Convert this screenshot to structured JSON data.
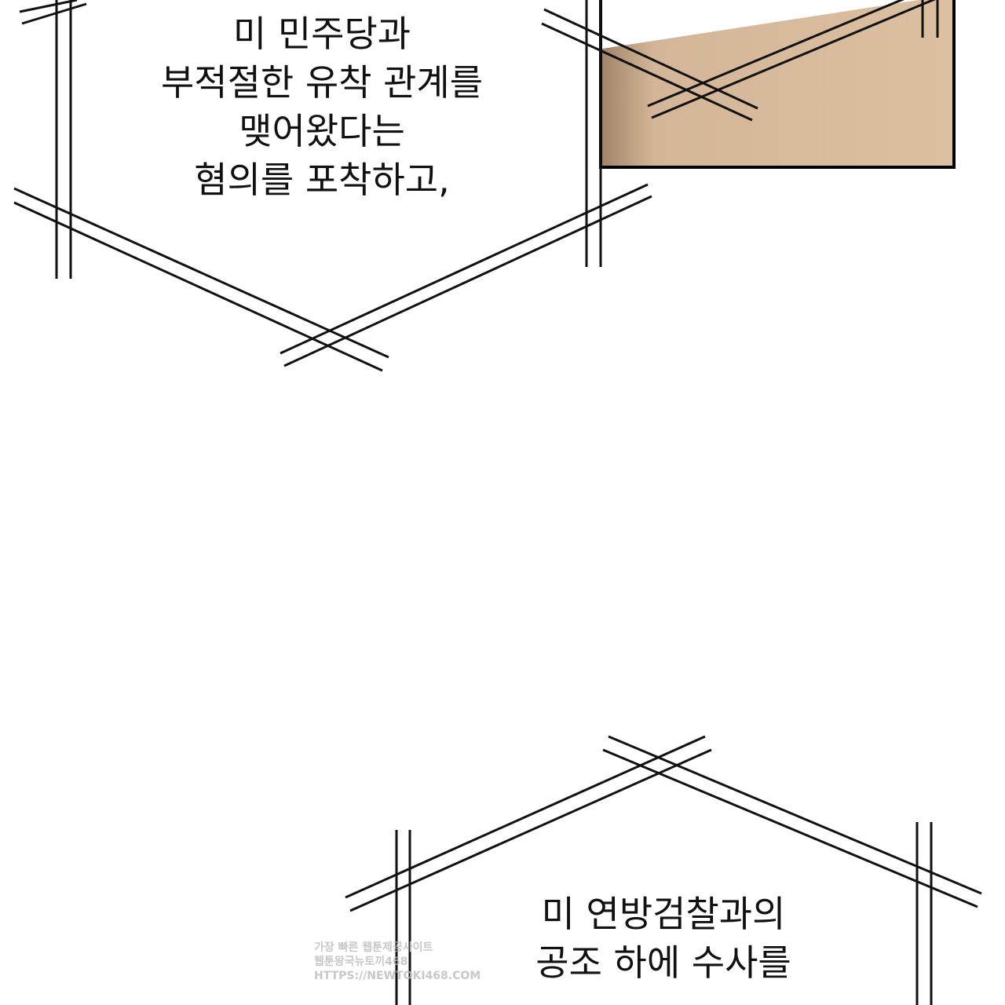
{
  "bubble_top": {
    "lines": [
      "미 민주당과",
      "부적절한 유착 관계를",
      "맺어왔다는",
      "혐의를 포착하고,"
    ]
  },
  "bubble_bottom": {
    "lines": [
      "미 연방검찰과의",
      "공조 하에 수사를"
    ]
  },
  "watermark": {
    "lines": [
      "가장 빠른 웹툰제공사이트",
      "웹툰왕국뉴토끼468",
      "HTTPS://NEWTOKI468.COM"
    ]
  },
  "colors": {
    "panel_bg": "#d9bb9c",
    "ink": "#111111"
  }
}
